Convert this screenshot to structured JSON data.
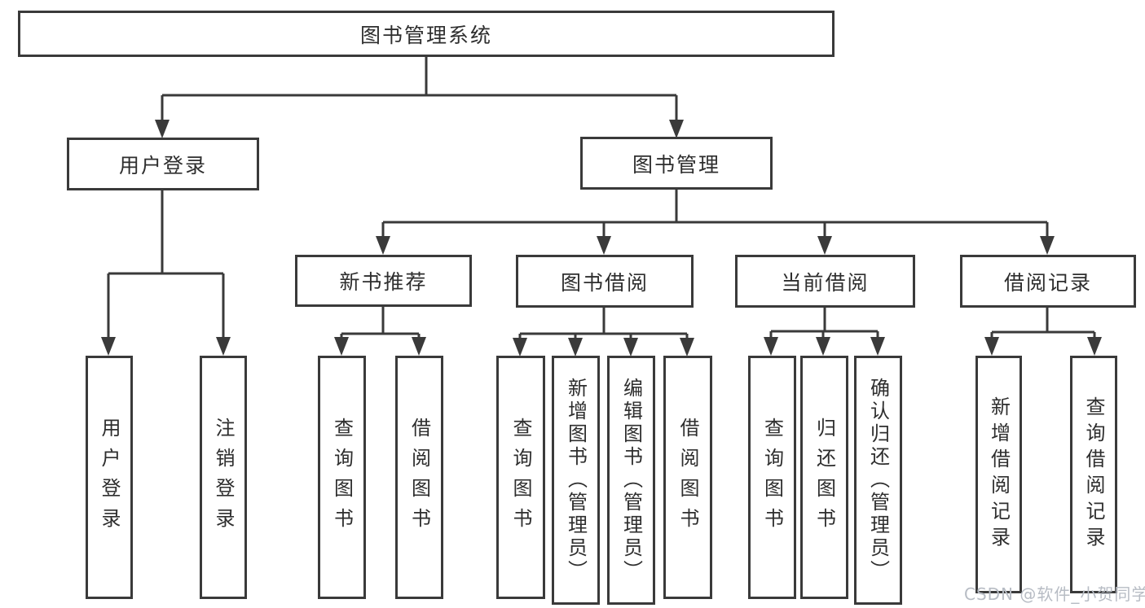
{
  "nodes": {
    "root": "图书管理系统",
    "level2": {
      "user_login": "用户登录",
      "book_mgmt": "图书管理"
    },
    "level3": {
      "new_book_rec": "新书推荐",
      "book_borrow": "图书借阅",
      "current_borrow": "当前借阅",
      "borrow_records": "借阅记录"
    },
    "leaves": {
      "user_login": "用户登录",
      "logout": "注销登录",
      "rec_query_book": "查询图书",
      "rec_borrow_book": "借阅图书",
      "bor_query_book": "查询图书",
      "bor_add_book": "新增图书（管理员）",
      "bor_edit_book": "编辑图书（管理员）",
      "bor_borrow_book": "借阅图书",
      "cur_query_book": "查询图书",
      "cur_return_book": "归还图书",
      "cur_confirm_return": "确认归还（管理员）",
      "log_add_record": "新增借阅记录",
      "log_query_record": "查询借阅记录"
    }
  },
  "watermark": "CSDN @软件_小贺同学",
  "colors": {
    "line": "#3a3a3a",
    "text": "#2e2e2e",
    "background": "#ffffff",
    "watermark": "#b7bcc4"
  }
}
